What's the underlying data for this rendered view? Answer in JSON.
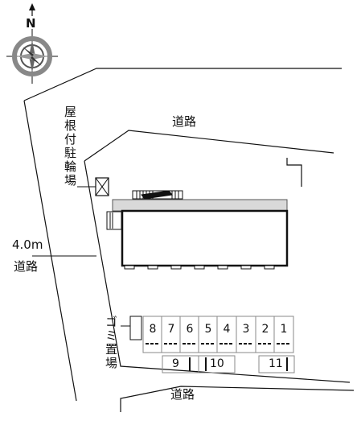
{
  "compass": {
    "north_label": "N",
    "icon": "compass-rose-icon"
  },
  "roads": {
    "north": "道路",
    "south": "道路",
    "west_width": "4.0m",
    "west_label": "道路"
  },
  "facilities": {
    "covered_bicycle_parking": "屋根付駐輪場",
    "garbage_area": "ゴミ置場"
  },
  "parking": {
    "upper_row": [
      "8",
      "7",
      "6",
      "5",
      "4",
      "3",
      "2",
      "1"
    ],
    "lower_row": [
      "9",
      "10",
      "11"
    ]
  },
  "colors": {
    "line": "#111111",
    "building_fill": "#ffffff",
    "walkway_fill": "#d9d9d9"
  }
}
